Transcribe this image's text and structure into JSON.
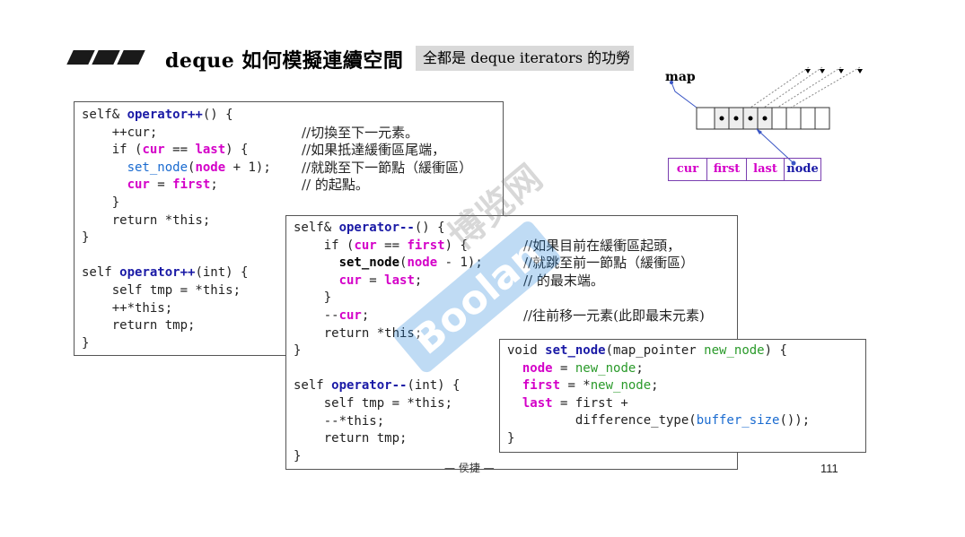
{
  "header": {
    "title": "deque 如何模擬連續空間",
    "subtitle": "全都是 deque iterators 的功勞"
  },
  "code1": [
    [
      {
        "t": "self& ",
        "c": ""
      },
      {
        "t": "operator++",
        "c": "kw"
      },
      {
        "t": "() {",
        "c": ""
      }
    ],
    [
      {
        "t": "    ++cur;",
        "c": ""
      }
    ],
    [
      {
        "t": "    if (",
        "c": ""
      },
      {
        "t": "cur",
        "c": "mg"
      },
      {
        "t": " == ",
        "c": ""
      },
      {
        "t": "last",
        "c": "mg"
      },
      {
        "t": ") {",
        "c": ""
      }
    ],
    [
      {
        "t": "      ",
        "c": ""
      },
      {
        "t": "set_node",
        "c": "bl"
      },
      {
        "t": "(",
        "c": ""
      },
      {
        "t": "node",
        "c": "mg"
      },
      {
        "t": " + 1);",
        "c": ""
      }
    ],
    [
      {
        "t": "      ",
        "c": ""
      },
      {
        "t": "cur",
        "c": "mg"
      },
      {
        "t": " = ",
        "c": ""
      },
      {
        "t": "first",
        "c": "mg"
      },
      {
        "t": ";",
        "c": ""
      }
    ],
    [
      {
        "t": "    }",
        "c": ""
      }
    ],
    [
      {
        "t": "    return *this;",
        "c": ""
      }
    ],
    [
      {
        "t": "}",
        "c": ""
      }
    ],
    [
      {
        "t": "",
        "c": ""
      }
    ],
    [
      {
        "t": "self ",
        "c": ""
      },
      {
        "t": "operator++",
        "c": "kw"
      },
      {
        "t": "(int) {",
        "c": ""
      }
    ],
    [
      {
        "t": "    self tmp = *this;",
        "c": ""
      }
    ],
    [
      {
        "t": "    ++*this;",
        "c": ""
      }
    ],
    [
      {
        "t": "    return tmp;",
        "c": ""
      }
    ],
    [
      {
        "t": "}",
        "c": ""
      }
    ]
  ],
  "code1_comments": [
    "//切換至下一元素。",
    "//如果抵達緩衝區尾端，",
    "//就跳至下一節點（緩衝區）",
    "// 的起點。"
  ],
  "code2": [
    [
      {
        "t": "self& ",
        "c": ""
      },
      {
        "t": "operator--",
        "c": "kw"
      },
      {
        "t": "() {",
        "c": ""
      }
    ],
    [
      {
        "t": "    if (",
        "c": ""
      },
      {
        "t": "cur",
        "c": "mg"
      },
      {
        "t": " == ",
        "c": ""
      },
      {
        "t": "first",
        "c": "mg"
      },
      {
        "t": ") {",
        "c": ""
      }
    ],
    [
      {
        "t": "      ",
        "c": ""
      },
      {
        "t": "set_node",
        "c": "bk"
      },
      {
        "t": "(",
        "c": ""
      },
      {
        "t": "node",
        "c": "mg"
      },
      {
        "t": " - 1);",
        "c": ""
      }
    ],
    [
      {
        "t": "      ",
        "c": ""
      },
      {
        "t": "cur",
        "c": "mg"
      },
      {
        "t": " = ",
        "c": ""
      },
      {
        "t": "last",
        "c": "mg"
      },
      {
        "t": ";",
        "c": ""
      }
    ],
    [
      {
        "t": "    }",
        "c": ""
      }
    ],
    [
      {
        "t": "    --",
        "c": ""
      },
      {
        "t": "cur",
        "c": "mg"
      },
      {
        "t": ";",
        "c": ""
      }
    ],
    [
      {
        "t": "    return *this;",
        "c": ""
      }
    ],
    [
      {
        "t": "}",
        "c": ""
      }
    ],
    [
      {
        "t": "",
        "c": ""
      }
    ],
    [
      {
        "t": "self ",
        "c": ""
      },
      {
        "t": "operator--",
        "c": "kw"
      },
      {
        "t": "(int) {",
        "c": ""
      }
    ],
    [
      {
        "t": "    self tmp = *this;",
        "c": ""
      }
    ],
    [
      {
        "t": "    --*this;",
        "c": ""
      }
    ],
    [
      {
        "t": "    return tmp;",
        "c": ""
      }
    ],
    [
      {
        "t": "}",
        "c": ""
      }
    ]
  ],
  "code2_comments": [
    "//如果目前在緩衝區起頭，",
    "//就跳至前一節點（緩衝區）",
    "// 的最末端。",
    "//往前移一元素(此即最末元素)"
  ],
  "code3": [
    [
      {
        "t": "void ",
        "c": ""
      },
      {
        "t": "set_node",
        "c": "kw"
      },
      {
        "t": "(map_pointer ",
        "c": ""
      },
      {
        "t": "new_node",
        "c": "gr"
      },
      {
        "t": ") {",
        "c": ""
      }
    ],
    [
      {
        "t": "  ",
        "c": ""
      },
      {
        "t": "node",
        "c": "mg"
      },
      {
        "t": " = ",
        "c": ""
      },
      {
        "t": "new_node",
        "c": "gr"
      },
      {
        "t": ";",
        "c": ""
      }
    ],
    [
      {
        "t": "  ",
        "c": ""
      },
      {
        "t": "first",
        "c": "mg"
      },
      {
        "t": " = *",
        "c": ""
      },
      {
        "t": "new_node",
        "c": "gr"
      },
      {
        "t": ";",
        "c": ""
      }
    ],
    [
      {
        "t": "  ",
        "c": ""
      },
      {
        "t": "last",
        "c": "mg"
      },
      {
        "t": " = first +",
        "c": ""
      }
    ],
    [
      {
        "t": "         difference_type(",
        "c": ""
      },
      {
        "t": "buffer_size",
        "c": "bl"
      },
      {
        "t": "());",
        "c": ""
      }
    ],
    [
      {
        "t": "}",
        "c": ""
      }
    ]
  ],
  "diagram": {
    "map_label": "map",
    "iterator_fields": [
      "cur",
      "first",
      "last",
      "node"
    ]
  },
  "footer": {
    "text": "— 侯捷 —",
    "page_number": "111"
  },
  "watermark": {
    "brand": "Boolan",
    "text": "博览网"
  }
}
